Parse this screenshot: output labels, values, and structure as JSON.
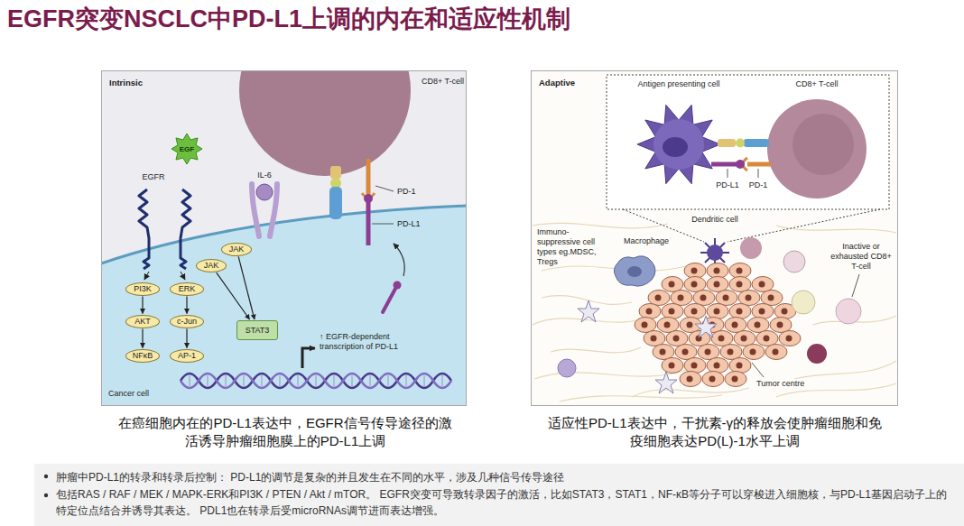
{
  "diagram": {
    "title": "EGFR突变NSCLC中PD-L1上调的内在和适应性机制",
    "nodes": [
      {
        "text": [
          "Intrinsic"
        ]
      },
      {
        "text": [
          "EGF"
        ],
        "in": 0
      },
      {
        "text": [
          "Cancer cell"
        ],
        "in": 0
      },
      {
        "text": [
          "JAK"
        ],
        "in": 2
      },
      {
        "text": [
          "JAK"
        ],
        "in": 2
      },
      {
        "text": [
          "PI3K"
        ],
        "in": 2
      },
      {
        "text": [
          "ERK"
        ],
        "in": 2
      },
      {
        "text": [
          "AKT"
        ],
        "in": 2
      },
      {
        "text": [
          "c-Jun"
        ],
        "in": 2
      },
      {
        "text": [
          "STAT3"
        ],
        "in": 2
      },
      {
        "text": [
          "NFκB"
        ],
        "in": 2
      },
      {
        "text": [
          "AP-1"
        ],
        "in": 2
      },
      {
        "text": [
          "Adaptive"
        ]
      }
    ],
    "edges": [
      {
        "from": 5,
        "to": 7,
        "arrow": "to"
      },
      {
        "from": 7,
        "to": 10,
        "arrow": "to"
      },
      {
        "from": 6,
        "to": 8,
        "arrow": "to"
      },
      {
        "from": 8,
        "to": 11,
        "arrow": "to"
      },
      {
        "from": 3,
        "to": 9,
        "arrow": "to"
      },
      {
        "from": 4,
        "to": 9,
        "arrow": "to"
      }
    ],
    "labels": [
      "EGFR",
      "IL-6",
      "CD8+ T-cell",
      "PD-1",
      "PD-L1",
      "↑ EGFR-dependent transcription of PD-L1",
      "Antigen presenting cell",
      "CD8+ T-cell",
      "PD-L1",
      "PD-1",
      "Dendritic cell",
      "Immuno-suppressive cell types eg.MDSC, Tregs",
      "Macrophage",
      "Inactive or exhausted CD8+ T-cell",
      "Tumor centre",
      "在癌细胞内在的PD-L1表达中，EGFR信号传导途径的激活诱导肿瘤细胞膜上的PD-L1上调",
      "适应性PD-L1表达中，干扰素-γ的释放会使肿瘤细胞和免疫细胞表达PD(L)-1水平上调",
      "肿瘤中PD-L1的转录和转录后控制： PD-L1的调节是复杂的并且发生在不同的水平，涉及几种信号传导途径",
      "包括RAS / RAF / MEK / MAPK-ERK和PI3K / PTEN / Akt / mTOR。 EGFR突变可导致转录因子的激活，比如STAT3，STAT1，NF-κB等分子可以穿梭进入细胞核，与PD-L1基因启动子上的特定位点结合并诱导其表达。 PDL1也在转录后受microRNAs调节进而表达增强。"
    ]
  }
}
